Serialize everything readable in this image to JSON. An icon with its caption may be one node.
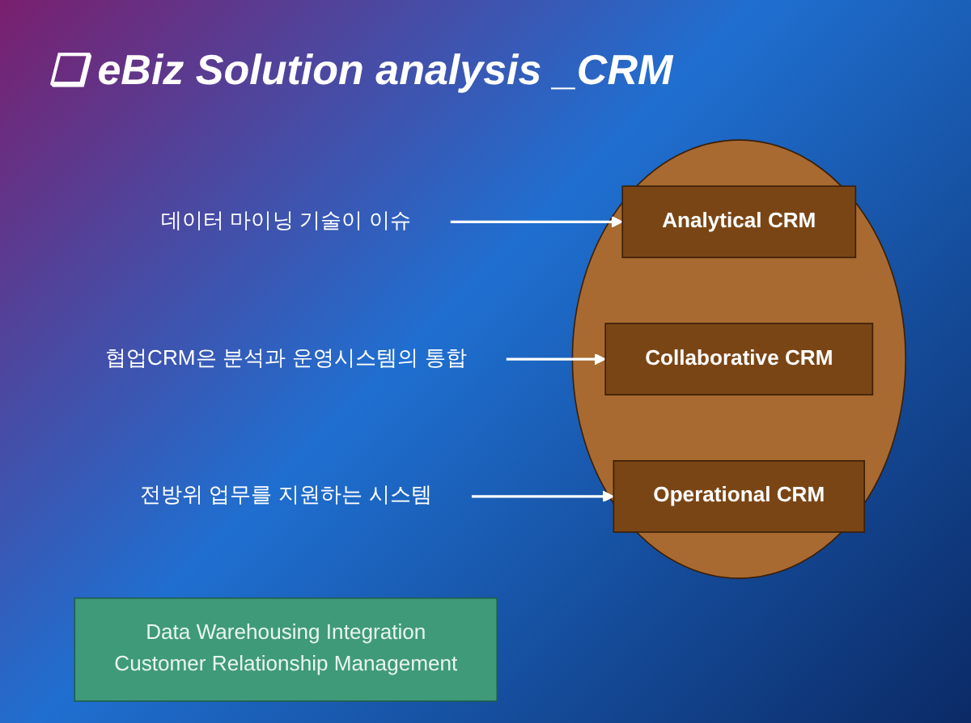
{
  "diagram": {
    "title": "❑ eBiz Solution analysis _CRM",
    "nodes": [
      {
        "text": [],
        "shape": "ellipse"
      },
      {
        "text": [
          "Analytical CRM"
        ],
        "in": 0
      },
      {
        "text": [
          "Collaborative CRM"
        ],
        "in": 0
      },
      {
        "text": [
          "Operational CRM"
        ],
        "in": 0
      },
      {
        "text": [
          "데이터 마이닝 기술이 이슈"
        ]
      },
      {
        "text": [
          "협업CRM은 분석과 운영시스템의 통합"
        ]
      },
      {
        "text": [
          "전방위 업무를 지원하는 시스템"
        ]
      },
      {
        "text": [
          "Data Warehousing Integration",
          "Customer Relationship Management"
        ]
      }
    ],
    "edges": [
      {
        "from": 4,
        "to": 1,
        "arrow": "to"
      },
      {
        "from": 5,
        "to": 2,
        "arrow": "to"
      },
      {
        "from": 6,
        "to": 3,
        "arrow": "to"
      }
    ]
  }
}
